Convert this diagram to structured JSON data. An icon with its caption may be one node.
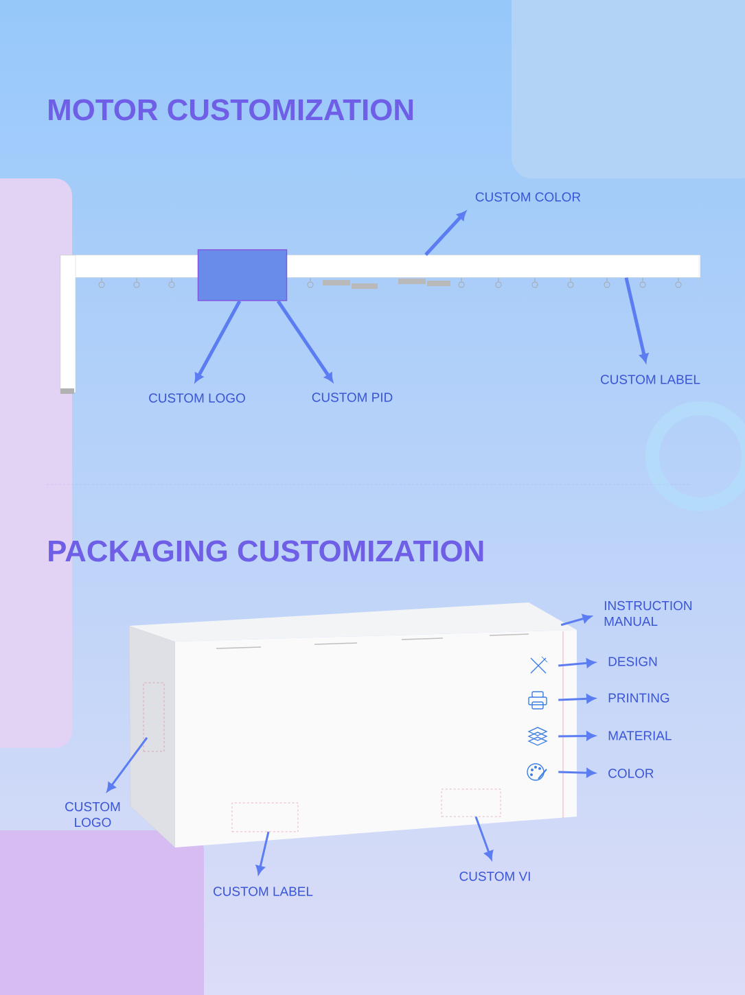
{
  "diagram": {
    "nodes": [
      {
        "text": [],
        "shape": "picture"
      },
      {
        "text": [],
        "shape": "box"
      },
      {
        "text": [
          "CUSTOM COLOR"
        ]
      },
      {
        "text": [
          "CUSTOM LOGO"
        ]
      },
      {
        "text": [
          "CUSTOM PID"
        ]
      },
      {
        "text": [
          "CUSTOM LABEL"
        ]
      },
      {
        "text": [],
        "shape": "picture"
      },
      {
        "text": [],
        "shape": "box"
      },
      {
        "text": [],
        "shape": "box",
        "in": 6
      },
      {
        "text": [],
        "shape": "box",
        "in": 6
      },
      {
        "text": [],
        "shape": "picture",
        "in": 6
      },
      {
        "text": [],
        "shape": "picture",
        "in": 6
      },
      {
        "text": [],
        "shape": "picture",
        "in": 6
      },
      {
        "text": [],
        "shape": "picture",
        "in": 6
      },
      {
        "text": [
          "INSTRUCTION MANUAL"
        ]
      },
      {
        "text": [
          "DESIGN"
        ]
      },
      {
        "text": [
          "PRINTING"
        ]
      },
      {
        "text": [
          "MATERIAL"
        ]
      },
      {
        "text": [
          "COLOR"
        ]
      },
      {
        "text": [
          "CUSTOM LOGO"
        ]
      },
      {
        "text": [
          "CUSTOM LABEL"
        ]
      },
      {
        "text": [
          "CUSTOM VI"
        ]
      }
    ],
    "edges": [
      {
        "from": 0,
        "to": 2,
        "arrow": "to"
      },
      {
        "from": 1,
        "to": 3,
        "arrow": "to"
      },
      {
        "from": 1,
        "to": 4,
        "arrow": "to"
      },
      {
        "from": 0,
        "to": 5,
        "arrow": "to"
      },
      {
        "from": 6,
        "to": 14,
        "arrow": "to"
      },
      {
        "from": 10,
        "to": 15,
        "arrow": "to"
      },
      {
        "from": 11,
        "to": 16,
        "arrow": "to"
      },
      {
        "from": 12,
        "to": 17,
        "arrow": "to"
      },
      {
        "from": 13,
        "to": 18,
        "arrow": "to"
      },
      {
        "from": 7,
        "to": 19,
        "arrow": "to"
      },
      {
        "from": 8,
        "to": 20,
        "arrow": "to"
      },
      {
        "from": 9,
        "to": 21,
        "arrow": "to"
      }
    ],
    "labels": [
      "MOTOR CUSTOMIZATION",
      "PACKAGING CUSTOMIZATION"
    ]
  }
}
